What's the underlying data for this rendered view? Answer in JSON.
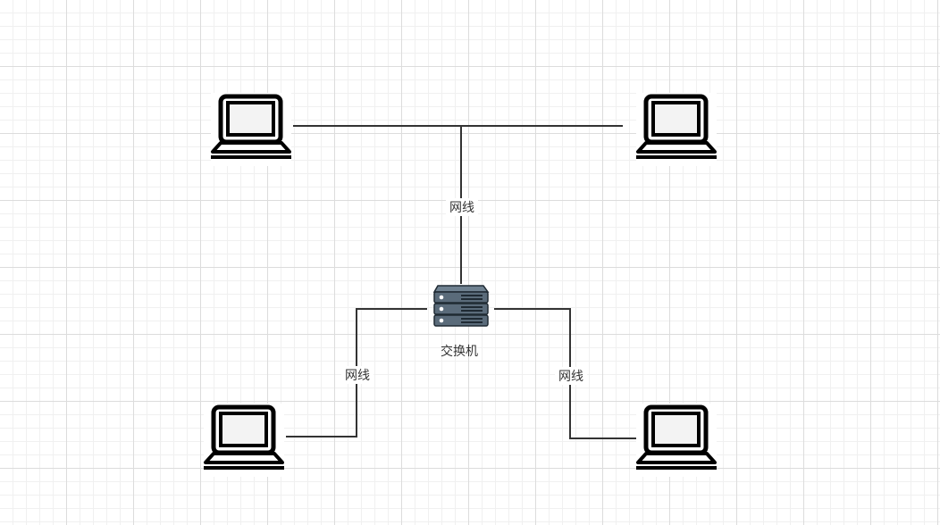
{
  "labels": {
    "cable_top": "网线",
    "cable_left": "网线",
    "cable_right": "网线",
    "switch": "交换机"
  },
  "icons": {
    "laptop": "laptop-icon",
    "switch": "server-switch-icon"
  },
  "colors": {
    "line": "#333333",
    "switch_body": "#5a6b7a",
    "laptop_stroke": "#000000"
  }
}
